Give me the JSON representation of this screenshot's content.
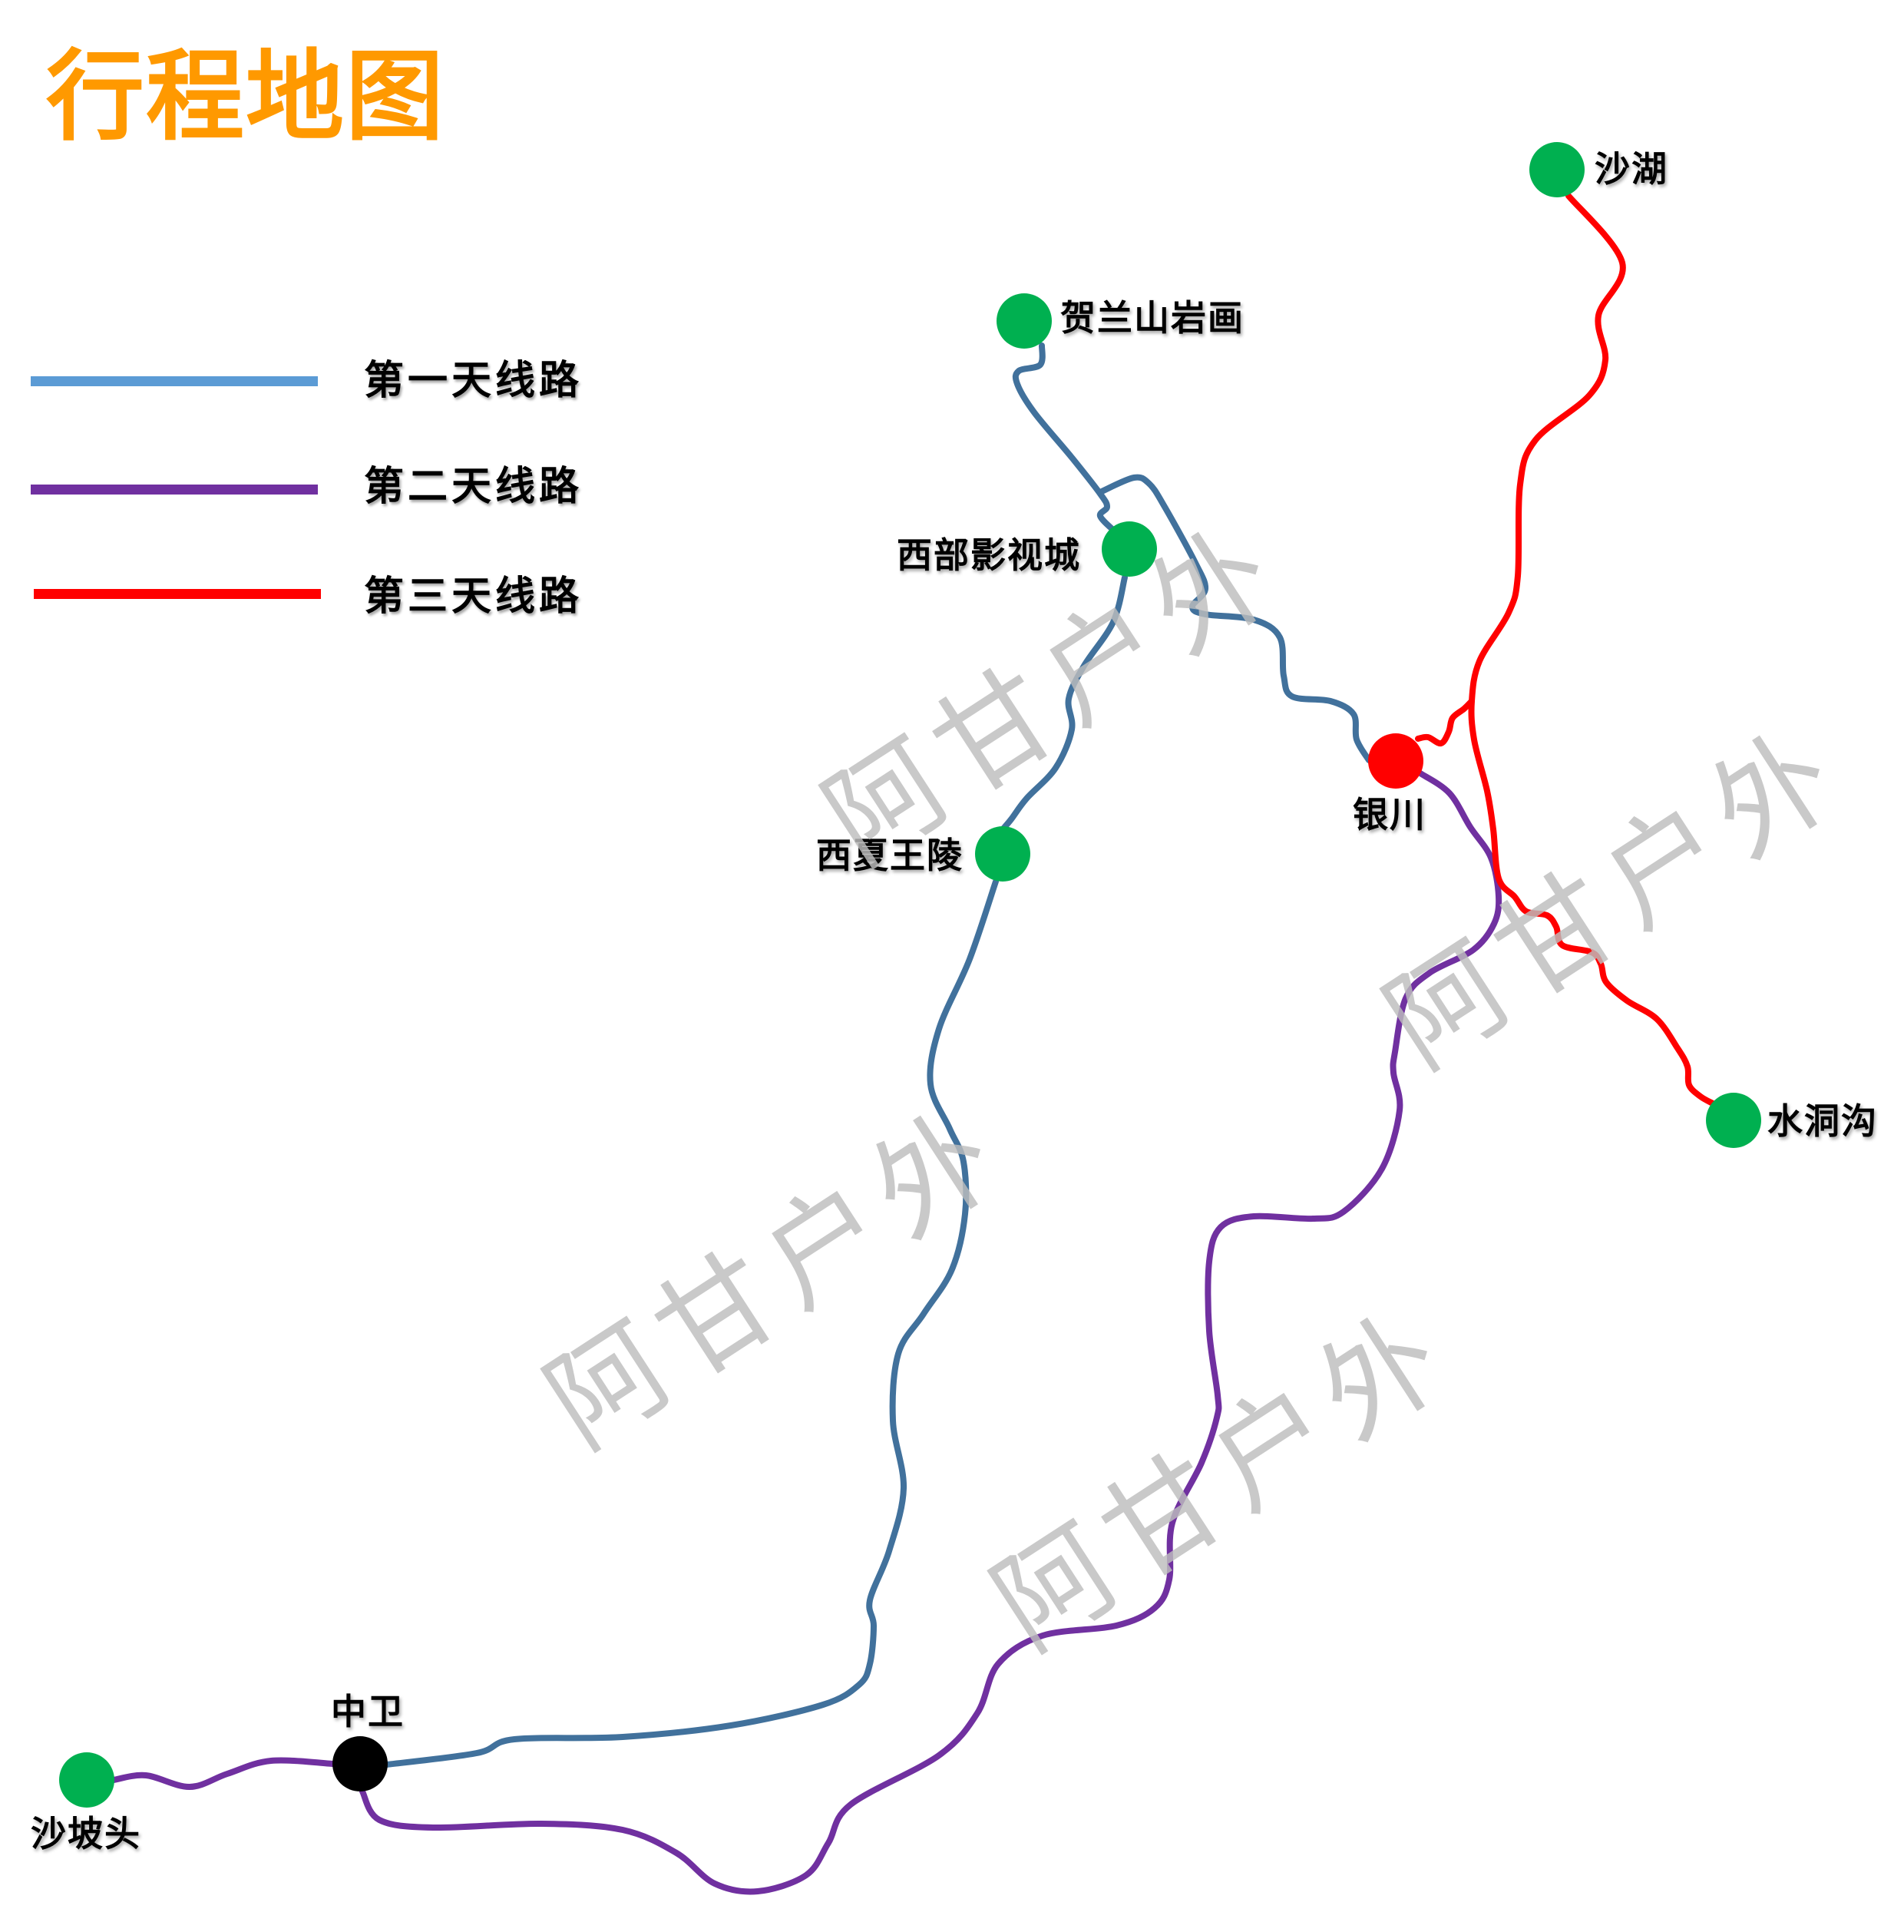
{
  "title": "行程地图",
  "legend": {
    "items": [
      {
        "label": "第一天线路",
        "color": "#5B9BD5"
      },
      {
        "label": "第二天线路",
        "color": "#7030A0"
      },
      {
        "label": "第三天线路",
        "color": "#FF0000"
      }
    ]
  },
  "colors": {
    "title": "#FF9900",
    "day1_route": "#41719C",
    "day2_route": "#7030A0",
    "day3_route": "#FF0000",
    "attraction_dot": "#00B050",
    "city_yinchuan_dot": "#FF0000",
    "city_zhongwei_dot": "#000000",
    "watermark": "#BDBDBD"
  },
  "places": [
    {
      "id": "shahu",
      "label": "沙湖",
      "type": "attraction"
    },
    {
      "id": "helanshan",
      "label": "贺兰山岩画",
      "type": "attraction"
    },
    {
      "id": "xibu",
      "label": "西部影视城",
      "type": "attraction"
    },
    {
      "id": "xixia",
      "label": "西夏王陵",
      "type": "attraction"
    },
    {
      "id": "yinchuan",
      "label": "银川",
      "type": "city"
    },
    {
      "id": "shuidonggou",
      "label": "水洞沟",
      "type": "attraction"
    },
    {
      "id": "zhongwei",
      "label": "中卫",
      "type": "city"
    },
    {
      "id": "shapotou",
      "label": "沙坡头",
      "type": "attraction"
    }
  ],
  "watermark": {
    "text": "阿甘户外"
  },
  "routes": {
    "day1": [
      [
        [
          504,
          2298
        ],
        [
          621,
          2283
        ],
        [
          670,
          2265
        ],
        [
          811,
          2262
        ],
        [
          952,
          2247
        ],
        [
          1072,
          2220
        ],
        [
          1119,
          2194
        ],
        [
          1133,
          2167
        ],
        [
          1138,
          2117
        ],
        [
          1133,
          2084
        ],
        [
          1158,
          2020
        ],
        [
          1177,
          1938
        ],
        [
          1163,
          1850
        ],
        [
          1170,
          1763
        ],
        [
          1203,
          1711
        ],
        [
          1240,
          1653
        ],
        [
          1257,
          1581
        ],
        [
          1255,
          1513
        ],
        [
          1237,
          1470
        ],
        [
          1212,
          1412
        ],
        [
          1223,
          1340
        ],
        [
          1263,
          1249
        ],
        [
          1297,
          1148
        ]
      ],
      [
        [
          1306,
          1080
        ],
        [
          1317,
          1067
        ],
        [
          1337,
          1040
        ],
        [
          1375,
          1000
        ],
        [
          1396,
          950
        ],
        [
          1392,
          910
        ],
        [
          1412,
          867
        ],
        [
          1450,
          810
        ],
        [
          1465,
          752
        ]
      ],
      [
        [
          1452,
          692
        ],
        [
          1433,
          672
        ],
        [
          1442,
          660
        ],
        [
          1433,
          643
        ],
        [
          1397,
          597
        ],
        [
          1347,
          537
        ],
        [
          1325,
          500
        ],
        [
          1327,
          483
        ],
        [
          1355,
          475
        ],
        [
          1357,
          450
        ]
      ],
      [
        [
          1435,
          640
        ],
        [
          1477,
          622
        ],
        [
          1497,
          630
        ],
        [
          1517,
          660
        ],
        [
          1557,
          733
        ],
        [
          1570,
          767
        ],
        [
          1553,
          790
        ],
        [
          1570,
          800
        ],
        [
          1633,
          807
        ],
        [
          1667,
          830
        ],
        [
          1672,
          880
        ],
        [
          1683,
          907
        ],
        [
          1733,
          913
        ],
        [
          1763,
          930
        ],
        [
          1767,
          963
        ],
        [
          1783,
          990
        ]
      ]
    ],
    "day2": [
      [
        [
          1850,
          1007
        ],
        [
          1888,
          1033
        ],
        [
          1915,
          1077
        ],
        [
          1942,
          1117
        ],
        [
          1952,
          1167
        ],
        [
          1946,
          1203
        ],
        [
          1919,
          1237
        ],
        [
          1862,
          1267
        ],
        [
          1831,
          1300
        ],
        [
          1817,
          1370
        ],
        [
          1815,
          1397
        ],
        [
          1823,
          1446
        ],
        [
          1800,
          1522
        ],
        [
          1750,
          1578
        ],
        [
          1710,
          1587
        ],
        [
          1633,
          1584
        ],
        [
          1590,
          1598
        ],
        [
          1575,
          1643
        ],
        [
          1575,
          1733
        ],
        [
          1586,
          1817
        ],
        [
          1585,
          1846
        ],
        [
          1565,
          1905
        ],
        [
          1527,
          1983
        ],
        [
          1523,
          2057
        ],
        [
          1504,
          2094
        ],
        [
          1454,
          2117
        ],
        [
          1358,
          2130
        ],
        [
          1300,
          2167
        ],
        [
          1273,
          2231
        ],
        [
          1223,
          2286
        ],
        [
          1108,
          2350
        ],
        [
          1079,
          2400
        ],
        [
          1050,
          2442
        ],
        [
          987,
          2463
        ],
        [
          931,
          2453
        ],
        [
          881,
          2413
        ],
        [
          811,
          2383
        ],
        [
          705,
          2375
        ],
        [
          564,
          2380
        ],
        [
          494,
          2370
        ],
        [
          472,
          2333
        ]
      ],
      [
        [
          434,
          2297
        ],
        [
          353,
          2293
        ],
        [
          296,
          2310
        ],
        [
          247,
          2327
        ],
        [
          190,
          2312
        ],
        [
          148,
          2318
        ]
      ]
    ],
    "day3": [
      [
        [
          2043,
          255
        ],
        [
          2113,
          342
        ],
        [
          2082,
          411
        ],
        [
          2091,
          469
        ],
        [
          2070,
          515
        ],
        [
          2000,
          573
        ],
        [
          1980,
          631
        ],
        [
          1977,
          750
        ],
        [
          1965,
          798
        ],
        [
          1927,
          861
        ],
        [
          1917,
          913
        ],
        [
          1920,
          963
        ],
        [
          1937,
          1030
        ],
        [
          1945,
          1080
        ],
        [
          1952,
          1144
        ],
        [
          1973,
          1168
        ],
        [
          1988,
          1187
        ],
        [
          2015,
          1192
        ],
        [
          2027,
          1207
        ],
        [
          2035,
          1231
        ],
        [
          2073,
          1240
        ],
        [
          2085,
          1255
        ],
        [
          2092,
          1279
        ],
        [
          2119,
          1303
        ],
        [
          2158,
          1327
        ],
        [
          2185,
          1365
        ],
        [
          2198,
          1389
        ],
        [
          2200,
          1413
        ],
        [
          2215,
          1428
        ],
        [
          2231,
          1437
        ]
      ],
      [
        [
          1847,
          962
        ],
        [
          1860,
          960
        ],
        [
          1877,
          968
        ],
        [
          1887,
          953
        ],
        [
          1892,
          935
        ],
        [
          1907,
          923
        ],
        [
          1917,
          913
        ]
      ]
    ]
  }
}
